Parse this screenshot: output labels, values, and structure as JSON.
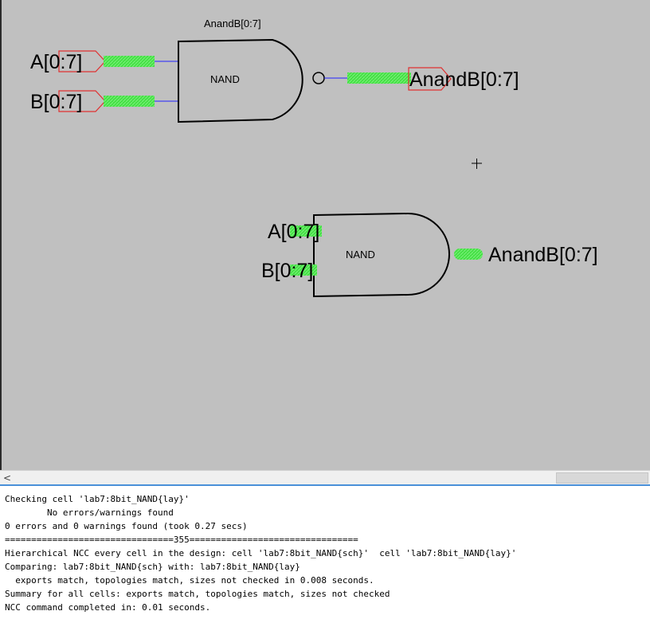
{
  "schematic": {
    "top_title": "AnandB[0:7]",
    "top_input_a": "A[0:7]",
    "top_input_b": "B[0:7]",
    "top_gate_label": "NAND",
    "top_output": "AnandB[0:7]",
    "icon_input_a": "A[0:7]",
    "icon_input_b": "B[0:7]",
    "icon_gate_label": "NAND",
    "icon_output": "AnandB[0:7]",
    "cursor_icon": "crosshair-icon",
    "colors": {
      "canvas": "#c0c0c0",
      "export_pin": "#e03030",
      "bus_highlight": "#44e044",
      "wire": "#2222ff",
      "gate_outline": "#000000"
    }
  },
  "scrollbar": {
    "left_arrow": "<"
  },
  "console": {
    "lines": [
      "Checking cell 'lab7:8bit_NAND{lay}'",
      "        No errors/warnings found",
      "0 errors and 0 warnings found (took 0.27 secs)",
      "================================355================================",
      "Hierarchical NCC every cell in the design: cell 'lab7:8bit_NAND{sch}'  cell 'lab7:8bit_NAND{lay}'",
      "Comparing: lab7:8bit_NAND{sch} with: lab7:8bit_NAND{lay}",
      "  exports match, topologies match, sizes not checked in 0.008 seconds.",
      "Summary for all cells: exports match, topologies match, sizes not checked",
      "NCC command completed in: 0.01 seconds."
    ]
  }
}
